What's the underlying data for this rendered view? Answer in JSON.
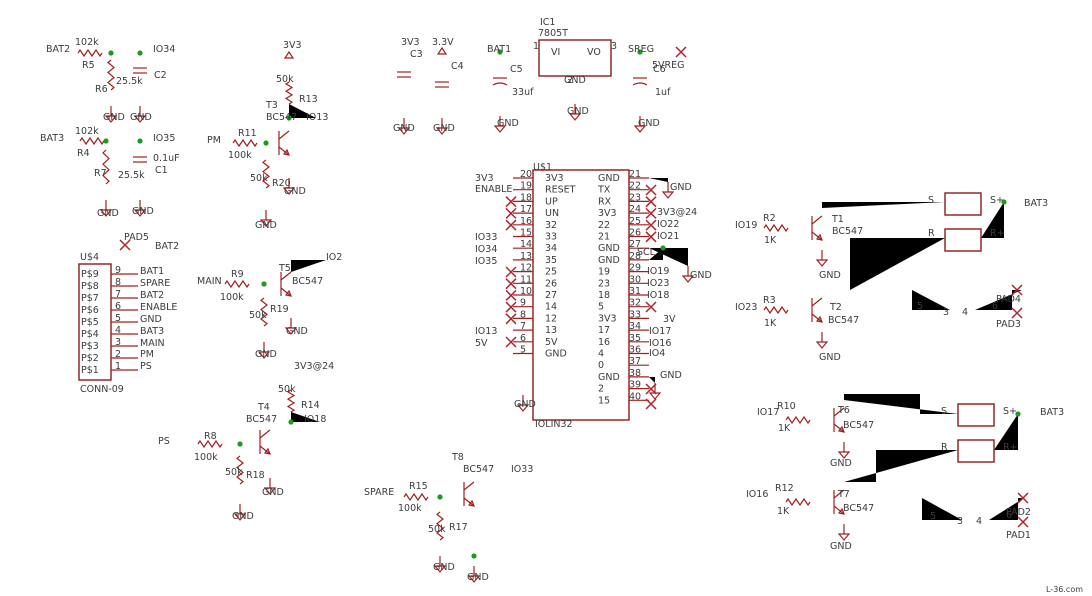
{
  "watermark": "L-36.com",
  "labels": [
    [
      "BAT2",
      46,
      52
    ],
    [
      "102k",
      75,
      45
    ],
    [
      "R5",
      82,
      68
    ],
    [
      "25.5k",
      116,
      84
    ],
    [
      "R6",
      95,
      92
    ],
    [
      "IO34",
      153,
      52
    ],
    [
      "C2",
      154,
      78
    ],
    [
      "GND",
      103,
      120
    ],
    [
      "GND",
      130,
      120
    ],
    [
      "BAT3",
      40,
      141
    ],
    [
      "102k",
      75,
      134
    ],
    [
      "R4",
      77,
      156
    ],
    [
      "25.5k",
      118,
      178
    ],
    [
      "R7",
      94,
      176
    ],
    [
      "IO35",
      153,
      141
    ],
    [
      "0.1uF",
      153,
      161
    ],
    [
      "C1",
      155,
      173
    ],
    [
      "GND",
      97,
      216
    ],
    [
      "GND",
      132,
      214
    ],
    [
      "3V3",
      283,
      48
    ],
    [
      "50k",
      276,
      82
    ],
    [
      "R13",
      299,
      102
    ],
    [
      "T3",
      266,
      108
    ],
    [
      "BC547",
      266,
      120
    ],
    [
      "IO13",
      306,
      120
    ],
    [
      "PM",
      207,
      143
    ],
    [
      "R11",
      238,
      136
    ],
    [
      "100k",
      228,
      158
    ],
    [
      "50k",
      250,
      181
    ],
    [
      "R20",
      272,
      186
    ],
    [
      "GND",
      284,
      194
    ],
    [
      "GND",
      255,
      228
    ],
    [
      "3V3",
      401,
      45
    ],
    [
      "C3",
      410,
      57
    ],
    [
      "GND",
      393,
      131
    ],
    [
      "3.3V",
      432,
      45
    ],
    [
      "C4",
      451,
      69
    ],
    [
      "GND",
      433,
      131
    ],
    [
      "IC1",
      540,
      25
    ],
    [
      "7805T",
      538,
      36
    ],
    [
      "BAT1",
      487,
      52
    ],
    [
      "VI",
      551,
      55
    ],
    [
      "VO",
      587,
      55
    ],
    [
      "1",
      533,
      49
    ],
    [
      "3",
      611,
      49
    ],
    [
      "C5",
      510,
      72
    ],
    [
      "33uf",
      512,
      95
    ],
    [
      "GND",
      497,
      126
    ],
    [
      "GND",
      564,
      83
    ],
    [
      "2",
      567,
      83
    ],
    [
      "GND",
      567,
      114
    ],
    [
      "SREG",
      628,
      52
    ],
    [
      "5VREG",
      652,
      68
    ],
    [
      "C6",
      653,
      72
    ],
    [
      "1uf",
      655,
      95
    ],
    [
      "GND",
      638,
      126
    ],
    [
      "U$1",
      533,
      170
    ],
    [
      "3V3",
      475,
      181
    ],
    [
      "ENABLE",
      475,
      192
    ],
    [
      "IO33",
      475,
      240
    ],
    [
      "IO34",
      475,
      252
    ],
    [
      "IO35",
      475,
      264
    ],
    [
      "IO13",
      475,
      334
    ],
    [
      "5V",
      475,
      346
    ],
    [
      "GND",
      514,
      407
    ],
    [
      "GND",
      670,
      190
    ],
    [
      "3V3@24",
      657,
      215
    ],
    [
      "IO22",
      657,
      227
    ],
    [
      "IO21",
      657,
      239
    ],
    [
      "SCL",
      637,
      255
    ],
    [
      "GND",
      690,
      278
    ],
    [
      "IO19",
      647,
      274
    ],
    [
      "IO23",
      647,
      286
    ],
    [
      "IO18",
      647,
      298
    ],
    [
      "3V",
      663,
      322
    ],
    [
      "IO17",
      649,
      334
    ],
    [
      "IO16",
      649,
      346
    ],
    [
      "IO4",
      649,
      356
    ],
    [
      "GND",
      660,
      378
    ],
    [
      "IOLIN32",
      535,
      427
    ],
    [
      "PAD5",
      124,
      240
    ],
    [
      "BAT2",
      155,
      249
    ],
    [
      "U$4",
      80,
      260
    ],
    [
      "BAT1",
      140,
      274
    ],
    [
      "SPARE",
      140,
      286
    ],
    [
      "BAT2",
      140,
      298
    ],
    [
      "ENABLE",
      140,
      310
    ],
    [
      "GND",
      140,
      322
    ],
    [
      "BAT3",
      140,
      334
    ],
    [
      "MAIN",
      140,
      346
    ],
    [
      "PM",
      140,
      357
    ],
    [
      "PS",
      140,
      369
    ],
    [
      "CONN-09",
      80,
      392
    ],
    [
      "IO2",
      326,
      260
    ],
    [
      "MAIN",
      197,
      284
    ],
    [
      "R9",
      231,
      277
    ],
    [
      "T5",
      279,
      271
    ],
    [
      "BC547",
      292,
      284
    ],
    [
      "100k",
      220,
      300
    ],
    [
      "50k",
      249,
      318
    ],
    [
      "R19",
      270,
      312
    ],
    [
      "GND",
      286,
      334
    ],
    [
      "GND",
      255,
      357
    ],
    [
      "3V3@24",
      294,
      369
    ],
    [
      "50k",
      278,
      392
    ],
    [
      "R14",
      301,
      408
    ],
    [
      "T4",
      258,
      410
    ],
    [
      "BC547",
      246,
      422
    ],
    [
      "IO18",
      304,
      422
    ],
    [
      "PS",
      158,
      444
    ],
    [
      "R8",
      204,
      439
    ],
    [
      "100k",
      194,
      460
    ],
    [
      "50k",
      225,
      475
    ],
    [
      "R18",
      246,
      478
    ],
    [
      "GND",
      262,
      495
    ],
    [
      "GND",
      232,
      519
    ],
    [
      "T8",
      452,
      460
    ],
    [
      "BC547",
      463,
      472
    ],
    [
      "IO33",
      511,
      472
    ],
    [
      "SPARE",
      364,
      495
    ],
    [
      "R15",
      409,
      489
    ],
    [
      "100k",
      398,
      511
    ],
    [
      "50k",
      428,
      532
    ],
    [
      "R17",
      449,
      530
    ],
    [
      "GND",
      433,
      570
    ],
    [
      "GND",
      467,
      580
    ],
    [
      "IO19",
      735,
      228
    ],
    [
      "R2",
      763,
      221
    ],
    [
      "1K",
      764,
      243
    ],
    [
      "T1",
      832,
      222
    ],
    [
      "BC547",
      832,
      234
    ],
    [
      "GND",
      819,
      278
    ],
    [
      "IO23",
      735,
      310
    ],
    [
      "R3",
      763,
      303
    ],
    [
      "1K",
      764,
      326
    ],
    [
      "T2",
      830,
      310
    ],
    [
      "BC547",
      828,
      323
    ],
    [
      "GND",
      819,
      360
    ],
    [
      "S",
      928,
      203
    ],
    [
      "S+",
      990,
      203
    ],
    [
      "BAT3",
      1024,
      206
    ],
    [
      "R",
      928,
      236
    ],
    [
      "R+",
      990,
      236
    ],
    [
      "5",
      917,
      309
    ],
    [
      "3",
      943,
      315
    ],
    [
      "4",
      962,
      315
    ],
    [
      "6",
      992,
      309
    ],
    [
      "PAD4",
      996,
      302
    ],
    [
      "PAD3",
      996,
      327
    ],
    [
      "IO17",
      757,
      415
    ],
    [
      "R10",
      777,
      409
    ],
    [
      "1K",
      778,
      431
    ],
    [
      "T6",
      838,
      413
    ],
    [
      "BC547",
      843,
      428
    ],
    [
      "GND",
      830,
      466
    ],
    [
      "IO16",
      746,
      497
    ],
    [
      "R12",
      775,
      491
    ],
    [
      "1K",
      777,
      514
    ],
    [
      "T7",
      838,
      497
    ],
    [
      "BC547",
      843,
      511
    ],
    [
      "GND",
      830,
      549
    ],
    [
      "S",
      941,
      414
    ],
    [
      "S+",
      1003,
      414
    ],
    [
      "BAT3",
      1040,
      415
    ],
    [
      "R",
      941,
      450
    ],
    [
      "R+",
      1003,
      450
    ],
    [
      "5",
      930,
      519
    ],
    [
      "3",
      957,
      524
    ],
    [
      "4",
      976,
      524
    ],
    [
      "6",
      1006,
      518
    ],
    [
      "PAD2",
      1006,
      515
    ],
    [
      "PAD1",
      1006,
      538
    ]
  ],
  "pinsLeft": [
    "20",
    "19",
    "18",
    "17",
    "16",
    "15",
    "14",
    "13",
    "12",
    "11",
    "10",
    "9",
    "8",
    "7",
    "6",
    "5"
  ],
  "pinsLeftNames": [
    "3V3",
    "RESET",
    "UP",
    "UN",
    "32",
    "33",
    "34",
    "35",
    "25",
    "26",
    "27",
    "14",
    "12",
    "13",
    "5V",
    "GND"
  ],
  "pinsRight": [
    "21",
    "22",
    "23",
    "24",
    "25",
    "26",
    "27",
    "28",
    "29",
    "30",
    "31",
    "32",
    "33",
    "34",
    "35",
    "36",
    "37",
    "38",
    "39",
    "40"
  ],
  "pinsRightNames": [
    "GND",
    "TX",
    "RX",
    "3V3",
    "22",
    "21",
    "GND",
    "GND",
    "19",
    "23",
    "18",
    "5",
    "3V3",
    "17",
    "16",
    "4",
    "0",
    "GND",
    "2",
    "15"
  ],
  "connPins": [
    "9",
    "8",
    "7",
    "6",
    "5",
    "4",
    "3",
    "2",
    "1"
  ],
  "connPinNames": [
    "P$9",
    "P$8",
    "P$7",
    "P$6",
    "P$5",
    "P$4",
    "P$3",
    "P$2",
    "P$1"
  ]
}
